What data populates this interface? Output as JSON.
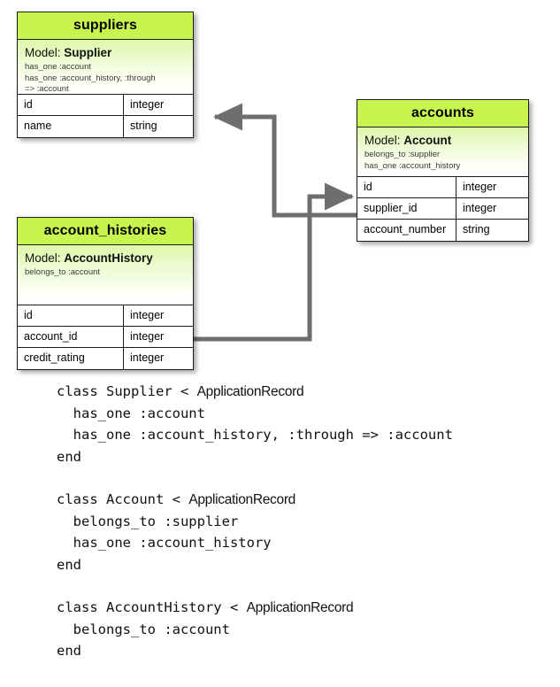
{
  "diagram": {
    "accent_header_color": "#c8f44f",
    "body_gradient_top": "#ddf7a8",
    "border_color": "#1b1b1b",
    "connector_color": "#6e6e6e",
    "entities": [
      {
        "key": "suppliers",
        "title": "suppliers",
        "model_prefix": "Model: ",
        "model_name": "Supplier",
        "associations": [
          "has_one :account",
          "has_one :account_history, :through",
          "=> :account"
        ],
        "fields": [
          {
            "name": "id",
            "type": "integer"
          },
          {
            "name": "name",
            "type": "string"
          }
        ]
      },
      {
        "key": "accounts",
        "title": "accounts",
        "model_prefix": "Model: ",
        "model_name": "Account",
        "associations": [
          "belongs_to :supplier",
          "has_one :account_history"
        ],
        "fields": [
          {
            "name": "id",
            "type": "integer"
          },
          {
            "name": "supplier_id",
            "type": "integer"
          },
          {
            "name": "account_number",
            "type": "string"
          }
        ]
      },
      {
        "key": "account_histories",
        "title": "account_histories",
        "model_prefix": "Model: ",
        "model_name": "AccountHistory",
        "associations": [
          "belongs_to :account"
        ],
        "fields": [
          {
            "name": "id",
            "type": "integer"
          },
          {
            "name": "account_id",
            "type": "integer"
          },
          {
            "name": "credit_rating",
            "type": "integer"
          }
        ]
      }
    ],
    "relations": [
      {
        "name": "accounts-supplier_id-to-suppliers-id",
        "from": "accounts.supplier_id",
        "to": "suppliers.id"
      },
      {
        "name": "account_histories-account_id-to-accounts-id",
        "from": "account_histories.account_id",
        "to": "accounts.id"
      }
    ]
  },
  "code": {
    "blocks": [
      {
        "name": "supplier-class",
        "lines": [
          {
            "pre": "class Supplier < ",
            "sans": "ApplicationRecord",
            "post": ""
          },
          {
            "pre": "  has_one :account",
            "sans": "",
            "post": ""
          },
          {
            "pre": "  has_one :account_history, :through => :account",
            "sans": "",
            "post": ""
          },
          {
            "pre": "end",
            "sans": "",
            "post": ""
          }
        ]
      },
      {
        "name": "account-class",
        "lines": [
          {
            "pre": "class Account < ",
            "sans": "ApplicationRecord",
            "post": ""
          },
          {
            "pre": "  belongs_to :supplier",
            "sans": "",
            "post": ""
          },
          {
            "pre": "  has_one :account_history",
            "sans": "",
            "post": ""
          },
          {
            "pre": "end",
            "sans": "",
            "post": ""
          }
        ]
      },
      {
        "name": "accounthistory-class",
        "lines": [
          {
            "pre": "class AccountHistory < ",
            "sans": "ApplicationRecord",
            "post": ""
          },
          {
            "pre": "  belongs_to :account",
            "sans": "",
            "post": ""
          },
          {
            "pre": "end",
            "sans": "",
            "post": ""
          }
        ]
      }
    ]
  }
}
